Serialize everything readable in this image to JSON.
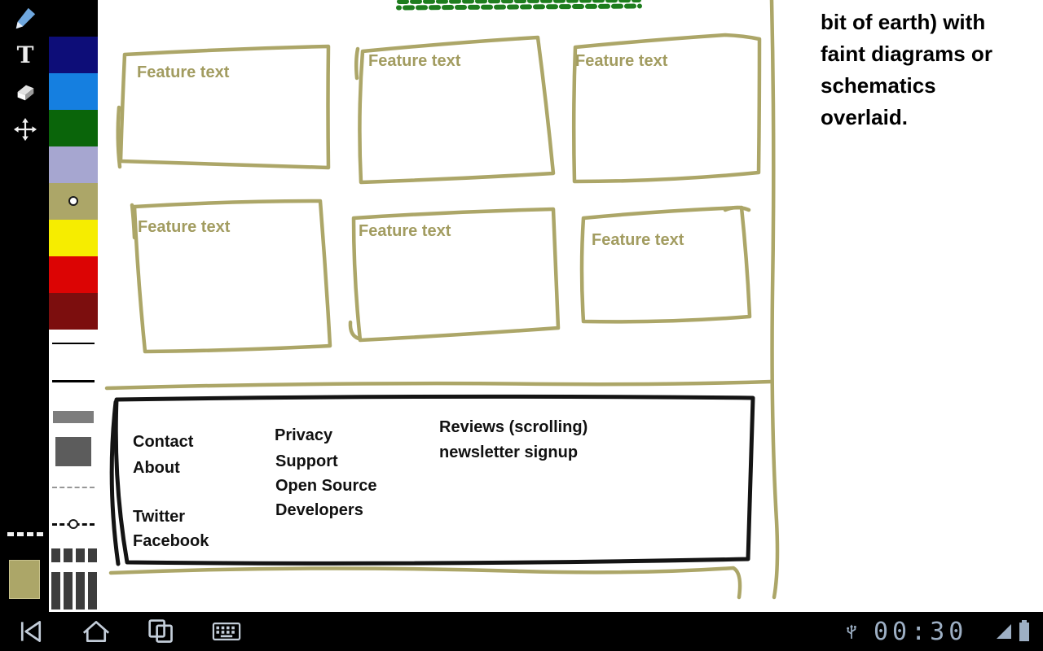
{
  "tools": {
    "pen": "pen",
    "text_label": "T",
    "eraser": "eraser",
    "move": "move"
  },
  "palette": {
    "colors": [
      {
        "name": "navy",
        "hex": "#0d0d78"
      },
      {
        "name": "blue",
        "hex": "#157fe0"
      },
      {
        "name": "green",
        "hex": "#0a650a"
      },
      {
        "name": "lavender",
        "hex": "#a6a6d0"
      },
      {
        "name": "khaki",
        "hex": "#aca668"
      },
      {
        "name": "yellow",
        "hex": "#f6ed00"
      },
      {
        "name": "red",
        "hex": "#dc0404"
      },
      {
        "name": "dark-red",
        "hex": "#7c0e0e"
      }
    ],
    "selected_color": "khaki"
  },
  "canvas": {
    "sketch_color": "#aca668",
    "banner_color": "#1e7d1e",
    "footer_stroke_color": "#141414",
    "feature_boxes": [
      {
        "label": "Feature text"
      },
      {
        "label": "Feature text"
      },
      {
        "label": "Feature text"
      },
      {
        "label": "Feature text"
      },
      {
        "label": "Feature text"
      },
      {
        "label": "Feature text"
      }
    ],
    "footer": {
      "col1": [
        "Contact",
        "About",
        "Twitter",
        "Facebook"
      ],
      "col2": [
        "Privacy",
        "Support",
        "Open Source",
        "Developers"
      ],
      "col3": [
        "Reviews (scrolling)",
        "newsletter signup"
      ]
    },
    "note_lines": [
      "bit of earth) with",
      "faint diagrams or",
      "schematics",
      "overlaid."
    ]
  },
  "system_bar": {
    "clock": "00:30",
    "icons": [
      "back-icon",
      "home-icon",
      "recent-apps-icon",
      "keyboard-icon",
      "usb-icon",
      "signal-icon",
      "battery-icon"
    ]
  }
}
